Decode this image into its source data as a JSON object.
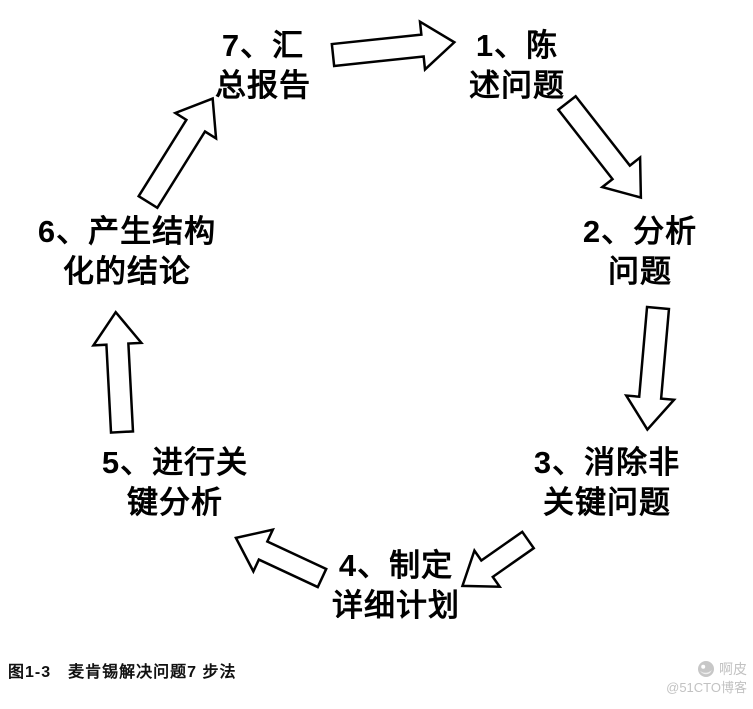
{
  "steps": {
    "s1": {
      "line1": "1、陈",
      "line2": "述问题"
    },
    "s2": {
      "line1": "2、分析",
      "line2": "问题"
    },
    "s3": {
      "line1": "3、消除非",
      "line2": "关键问题"
    },
    "s4": {
      "line1": "4、制定",
      "line2": "详细计划"
    },
    "s5": {
      "line1": "5、进行关",
      "line2": "键分析"
    },
    "s6": {
      "line1": "6、产生结构",
      "line2": "化的结论"
    },
    "s7": {
      "line1": "7、汇",
      "line2": "总报告"
    }
  },
  "arrows": [
    "arrow-step7-to-step1",
    "arrow-step1-to-step2",
    "arrow-step2-to-step3",
    "arrow-step3-to-step4",
    "arrow-step4-to-step5",
    "arrow-step5-to-step6",
    "arrow-step6-to-step7"
  ],
  "caption": "图1-3　麦肯锡解决问题7 步法",
  "watermark": {
    "name": "啊皮",
    "handle": "@51CTO博客"
  },
  "colors": {
    "text": "#000000",
    "arrow_fill": "#ffffff",
    "arrow_stroke": "#000000",
    "watermark": "#c2c2c2"
  }
}
